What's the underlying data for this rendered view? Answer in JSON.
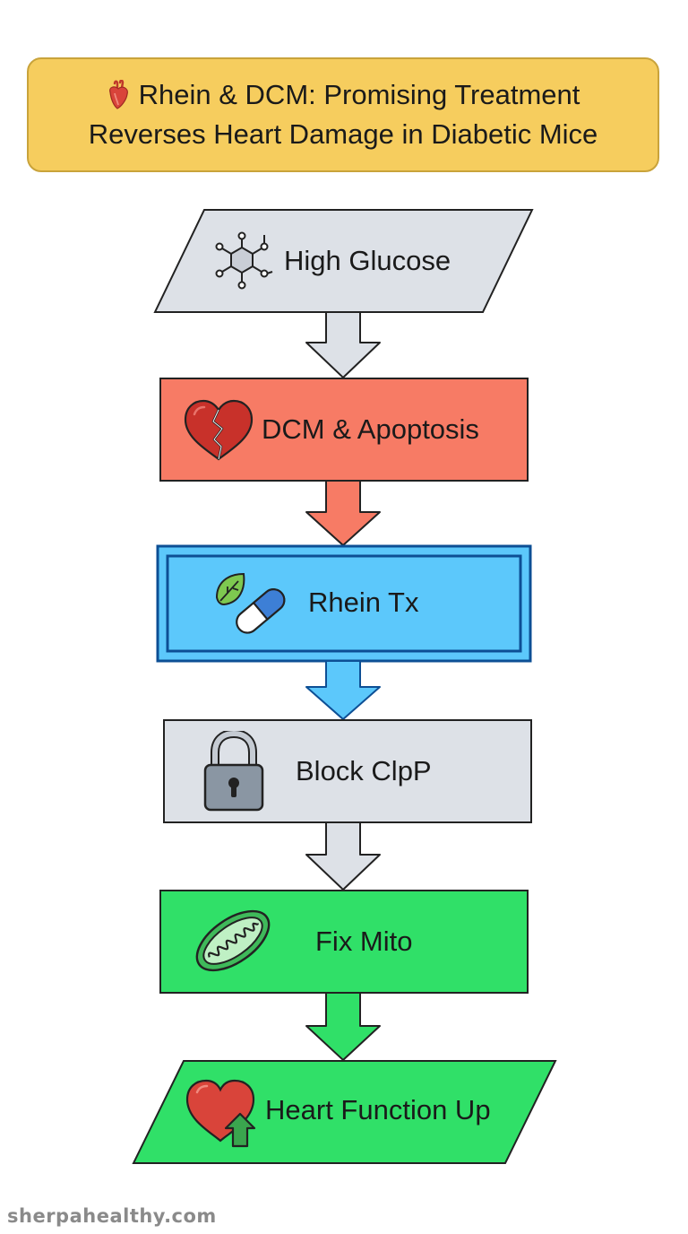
{
  "title": {
    "line1": "Rhein & DCM: Promising Treatment",
    "line2": "Reverses Heart Damage in Diabetic Mice"
  },
  "nodes": [
    {
      "id": "high-glucose",
      "label": "High Glucose",
      "icon": "molecule-icon",
      "color": "#dde1e7"
    },
    {
      "id": "dcm-apoptosis",
      "label": "DCM & Apoptosis",
      "icon": "broken-heart-icon",
      "color": "#f77b65"
    },
    {
      "id": "rhein-tx",
      "label": "Rhein Tx",
      "icon": "leaf-pill-icon",
      "color": "#5cc8fb"
    },
    {
      "id": "block-clpp",
      "label": "Block ClpP",
      "icon": "padlock-icon",
      "color": "#dde1e7"
    },
    {
      "id": "fix-mito",
      "label": "Fix Mito",
      "icon": "mitochondria-icon",
      "color": "#30e068"
    },
    {
      "id": "heart-function-up",
      "label": "Heart Function Up",
      "icon": "heart-up-arrow-icon",
      "color": "#30e068"
    }
  ],
  "footer": "sherpahealthy.com"
}
